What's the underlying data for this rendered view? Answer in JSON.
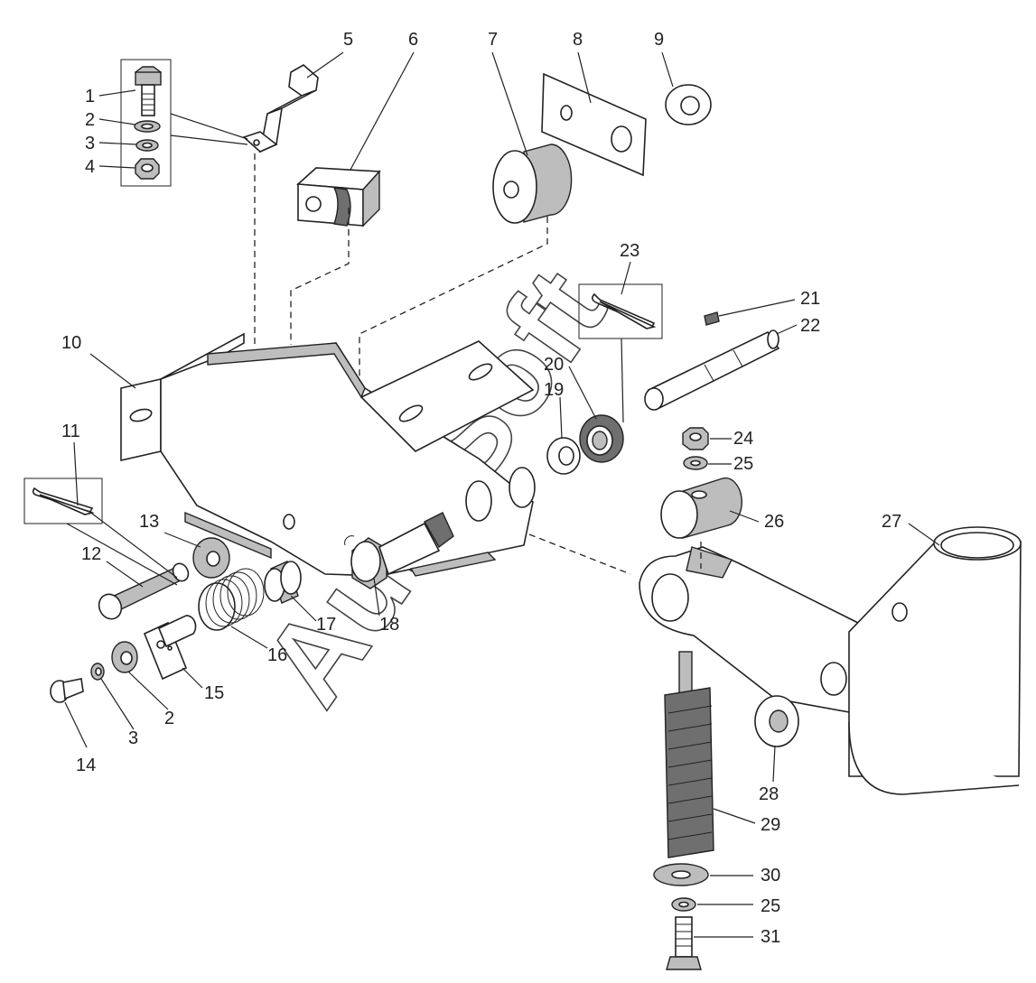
{
  "watermark": "AutoSoft",
  "callouts": [
    "1",
    "2",
    "3",
    "4",
    "5",
    "6",
    "7",
    "8",
    "9",
    "10",
    "11",
    "12",
    "13",
    "14",
    "15",
    "16",
    "17",
    "18",
    "19",
    "20",
    "21",
    "22",
    "23",
    "24",
    "25",
    "26",
    "27",
    "28",
    "29",
    "30",
    "31"
  ],
  "callouts_repeated": {
    "second_2": "2",
    "second_3": "3",
    "second_25": "25"
  }
}
